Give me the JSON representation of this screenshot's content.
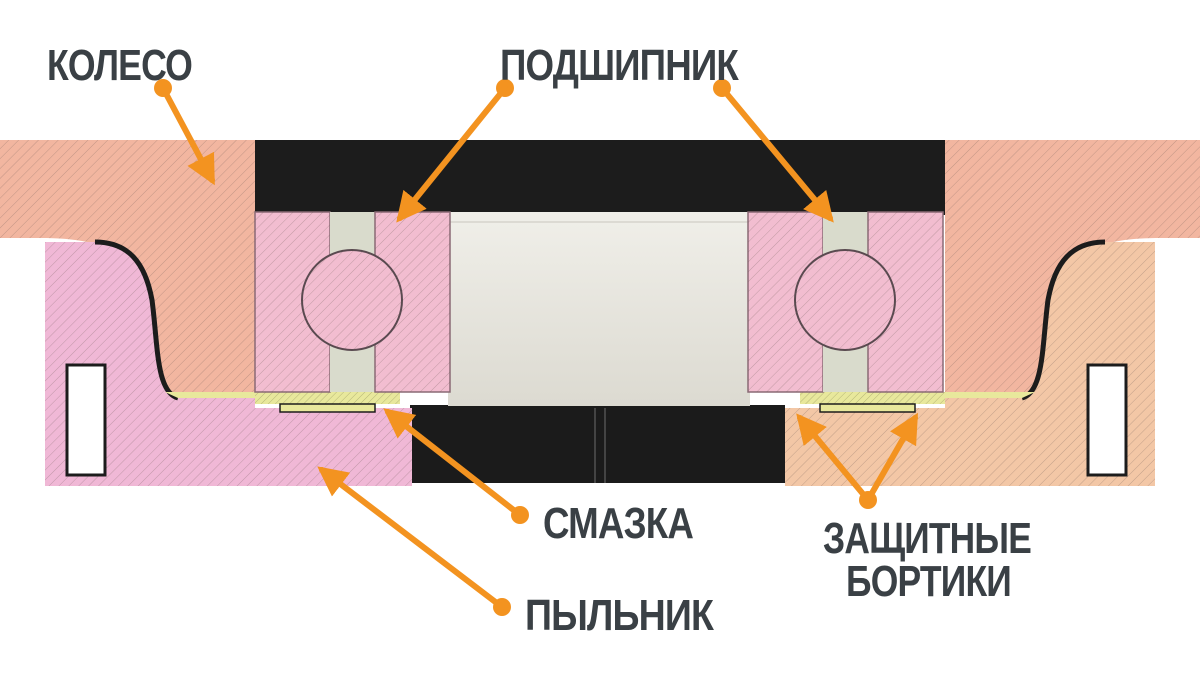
{
  "labels": {
    "wheel": "КОЛЕСО",
    "bearing": "ПОДШИПНИК",
    "grease": "СМАЗКА",
    "guards_line1": "ЗАЩИТНЫЕ",
    "guards_line2": "БОРТИКИ",
    "dust_cover": "ПЫЛЬНИК"
  },
  "colors": {
    "wheel": "#f2b6a0",
    "dust_cover_left": "#f0b8d6",
    "dust_cover_right": "#f3c7a6",
    "bearing_ring": "#f2bdd0",
    "bearing_ball": "#f2bdd0",
    "cage": "#d9dbcc",
    "grease": "#e8e89c",
    "axle": "#e6e4dc",
    "spacer": "#1c1c1c",
    "arrow": "#f39320",
    "text": "#3a4045"
  }
}
